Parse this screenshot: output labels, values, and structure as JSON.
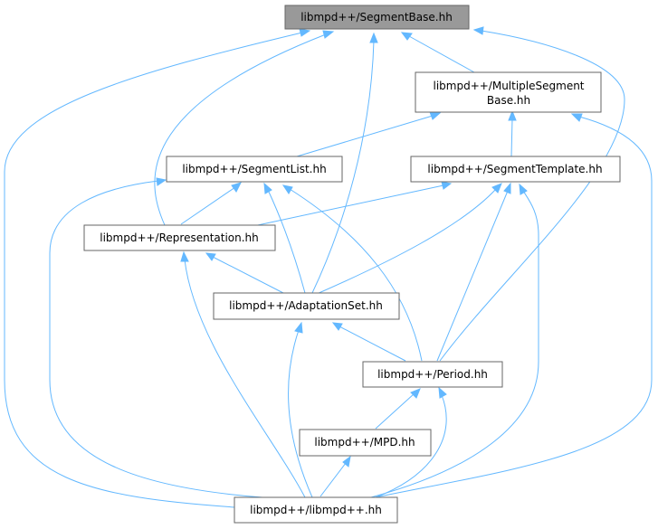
{
  "diagram": {
    "nodes": {
      "segmentbase": {
        "label": "libmpd++/SegmentBase.hh"
      },
      "multiplesegmentbase": {
        "label_line1": "libmpd++/MultipleSegment",
        "label_line2": "Base.hh"
      },
      "segmentlist": {
        "label": "libmpd++/SegmentList.hh"
      },
      "segmenttemplate": {
        "label": "libmpd++/SegmentTemplate.hh"
      },
      "representation": {
        "label": "libmpd++/Representation.hh"
      },
      "adaptationset": {
        "label": "libmpd++/AdaptationSet.hh"
      },
      "period": {
        "label": "libmpd++/Period.hh"
      },
      "mpd": {
        "label": "libmpd++/MPD.hh"
      },
      "libmpd": {
        "label": "libmpd++/libmpd++.hh"
      }
    },
    "edges": [
      {
        "from": "multiplesegmentbase",
        "to": "segmentbase"
      },
      {
        "from": "representation",
        "to": "segmentbase"
      },
      {
        "from": "adaptationset",
        "to": "segmentbase"
      },
      {
        "from": "period",
        "to": "segmentbase"
      },
      {
        "from": "libmpd",
        "to": "segmentbase"
      },
      {
        "from": "segmentlist",
        "to": "multiplesegmentbase"
      },
      {
        "from": "segmenttemplate",
        "to": "multiplesegmentbase"
      },
      {
        "from": "libmpd",
        "to": "multiplesegmentbase"
      },
      {
        "from": "representation",
        "to": "segmentlist"
      },
      {
        "from": "adaptationset",
        "to": "segmentlist"
      },
      {
        "from": "period",
        "to": "segmentlist"
      },
      {
        "from": "libmpd",
        "to": "segmentlist"
      },
      {
        "from": "representation",
        "to": "segmenttemplate"
      },
      {
        "from": "adaptationset",
        "to": "segmenttemplate"
      },
      {
        "from": "period",
        "to": "segmenttemplate"
      },
      {
        "from": "libmpd",
        "to": "segmenttemplate"
      },
      {
        "from": "adaptationset",
        "to": "representation"
      },
      {
        "from": "libmpd",
        "to": "representation"
      },
      {
        "from": "period",
        "to": "adaptationset"
      },
      {
        "from": "libmpd",
        "to": "adaptationset"
      },
      {
        "from": "mpd",
        "to": "period"
      },
      {
        "from": "libmpd",
        "to": "period"
      },
      {
        "from": "libmpd",
        "to": "mpd"
      }
    ],
    "colors": {
      "edge": "#63b8ff",
      "node_border": "#666666",
      "root_fill": "#999999",
      "node_fill": "#ffffff"
    }
  }
}
